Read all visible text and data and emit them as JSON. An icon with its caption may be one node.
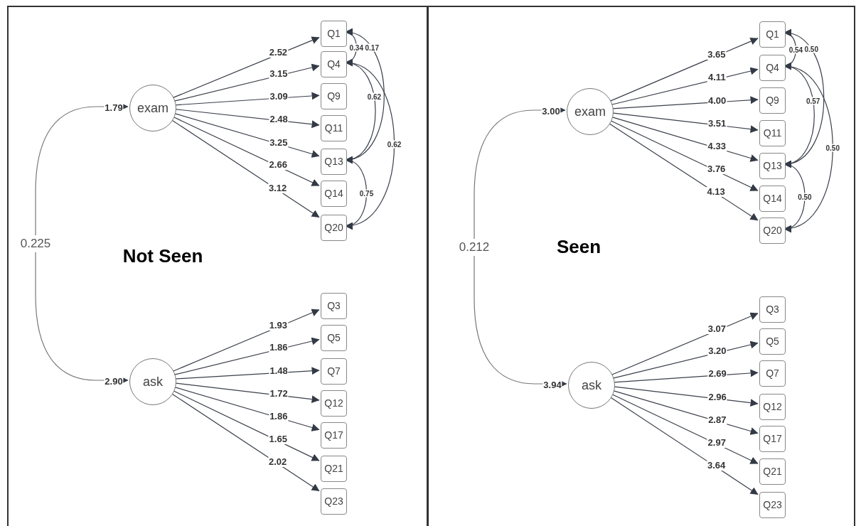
{
  "diagram": {
    "nodes": [
      {
        "text": [
          "Not Seen"
        ]
      },
      {
        "text": [
          "exam"
        ],
        "in": 0,
        "beside": [
          "1.79"
        ]
      },
      {
        "text": [
          "Q1"
        ],
        "in": 0
      },
      {
        "text": [
          "Q4"
        ],
        "in": 0
      },
      {
        "text": [
          "Q9"
        ],
        "in": 0
      },
      {
        "text": [
          "Q11"
        ],
        "in": 0
      },
      {
        "text": [
          "Q13"
        ],
        "in": 0
      },
      {
        "text": [
          "Q14"
        ],
        "in": 0
      },
      {
        "text": [
          "Q20"
        ],
        "in": 0
      },
      {
        "text": [
          "ask"
        ],
        "in": 0,
        "beside": [
          "2.90"
        ]
      },
      {
        "text": [
          "Q3"
        ],
        "in": 0
      },
      {
        "text": [
          "Q5"
        ],
        "in": 0
      },
      {
        "text": [
          "Q7"
        ],
        "in": 0
      },
      {
        "text": [
          "Q12"
        ],
        "in": 0
      },
      {
        "text": [
          "Q17"
        ],
        "in": 0
      },
      {
        "text": [
          "Q21"
        ],
        "in": 0
      },
      {
        "text": [
          "Q23"
        ],
        "in": 0
      },
      {
        "text": [
          "Seen"
        ]
      },
      {
        "text": [
          "exam"
        ],
        "in": 17,
        "beside": [
          "3.00"
        ]
      },
      {
        "text": [
          "Q1"
        ],
        "in": 17
      },
      {
        "text": [
          "Q4"
        ],
        "in": 17
      },
      {
        "text": [
          "Q9"
        ],
        "in": 17
      },
      {
        "text": [
          "Q11"
        ],
        "in": 17
      },
      {
        "text": [
          "Q13"
        ],
        "in": 17
      },
      {
        "text": [
          "Q14"
        ],
        "in": 17
      },
      {
        "text": [
          "Q20"
        ],
        "in": 17
      },
      {
        "text": [
          "ask"
        ],
        "in": 17,
        "beside": [
          "3.94"
        ]
      },
      {
        "text": [
          "Q3"
        ],
        "in": 17
      },
      {
        "text": [
          "Q5"
        ],
        "in": 17
      },
      {
        "text": [
          "Q7"
        ],
        "in": 17
      },
      {
        "text": [
          "Q12"
        ],
        "in": 17
      },
      {
        "text": [
          "Q17"
        ],
        "in": 17
      },
      {
        "text": [
          "Q21"
        ],
        "in": 17
      },
      {
        "text": [
          "Q23"
        ],
        "in": 17
      }
    ],
    "edges": [
      {
        "from": 1,
        "to": 2,
        "arrow": "to",
        "label": "2.52"
      },
      {
        "from": 1,
        "to": 3,
        "arrow": "to",
        "label": "3.15"
      },
      {
        "from": 1,
        "to": 4,
        "arrow": "to",
        "label": "3.09"
      },
      {
        "from": 1,
        "to": 5,
        "arrow": "to",
        "label": "2.48"
      },
      {
        "from": 1,
        "to": 6,
        "arrow": "to",
        "label": "3.25"
      },
      {
        "from": 1,
        "to": 7,
        "arrow": "to",
        "label": "2.66"
      },
      {
        "from": 1,
        "to": 8,
        "arrow": "to",
        "label": "3.12"
      },
      {
        "from": 2,
        "to": 3,
        "arrow": "both",
        "label": "0.34"
      },
      {
        "from": 2,
        "to": 6,
        "arrow": "both",
        "label": "0.17"
      },
      {
        "from": 3,
        "to": 6,
        "arrow": "both",
        "label": "0.62"
      },
      {
        "from": 3,
        "to": 8,
        "arrow": "both",
        "label": "0.62"
      },
      {
        "from": 6,
        "to": 8,
        "arrow": "both",
        "label": "0.75"
      },
      {
        "from": 1,
        "to": 9,
        "arrow": "both",
        "label": "0.225"
      },
      {
        "from": 9,
        "to": 10,
        "arrow": "to",
        "label": "1.93"
      },
      {
        "from": 9,
        "to": 11,
        "arrow": "to",
        "label": "1.86"
      },
      {
        "from": 9,
        "to": 12,
        "arrow": "to",
        "label": "1.48"
      },
      {
        "from": 9,
        "to": 13,
        "arrow": "to",
        "label": "1.72"
      },
      {
        "from": 9,
        "to": 14,
        "arrow": "to",
        "label": "1.86"
      },
      {
        "from": 9,
        "to": 15,
        "arrow": "to",
        "label": "1.65"
      },
      {
        "from": 9,
        "to": 16,
        "arrow": "to",
        "label": "2.02"
      },
      {
        "from": 18,
        "to": 19,
        "arrow": "to",
        "label": "3.65"
      },
      {
        "from": 18,
        "to": 20,
        "arrow": "to",
        "label": "4.11"
      },
      {
        "from": 18,
        "to": 21,
        "arrow": "to",
        "label": "4.00"
      },
      {
        "from": 18,
        "to": 22,
        "arrow": "to",
        "label": "3.51"
      },
      {
        "from": 18,
        "to": 23,
        "arrow": "to",
        "label": "4.33"
      },
      {
        "from": 18,
        "to": 24,
        "arrow": "to",
        "label": "3.76"
      },
      {
        "from": 18,
        "to": 25,
        "arrow": "to",
        "label": "4.13"
      },
      {
        "from": 19,
        "to": 20,
        "arrow": "both",
        "label": "0.54"
      },
      {
        "from": 19,
        "to": 23,
        "arrow": "both",
        "label": "0.50"
      },
      {
        "from": 20,
        "to": 23,
        "arrow": "both",
        "label": "0.57"
      },
      {
        "from": 20,
        "to": 25,
        "arrow": "both",
        "label": "0.50"
      },
      {
        "from": 23,
        "to": 25,
        "arrow": "both",
        "label": "0.50"
      },
      {
        "from": 18,
        "to": 26,
        "arrow": "both",
        "label": "0.212"
      },
      {
        "from": 26,
        "to": 27,
        "arrow": "to",
        "label": "3.07"
      },
      {
        "from": 26,
        "to": 28,
        "arrow": "to",
        "label": "3.20"
      },
      {
        "from": 26,
        "to": 29,
        "arrow": "to",
        "label": "2.69"
      },
      {
        "from": 26,
        "to": 30,
        "arrow": "to",
        "label": "2.96"
      },
      {
        "from": 26,
        "to": 31,
        "arrow": "to",
        "label": "2.87"
      },
      {
        "from": 26,
        "to": 32,
        "arrow": "to",
        "label": "2.97"
      },
      {
        "from": 26,
        "to": 33,
        "arrow": "to",
        "label": "3.64"
      }
    ]
  }
}
